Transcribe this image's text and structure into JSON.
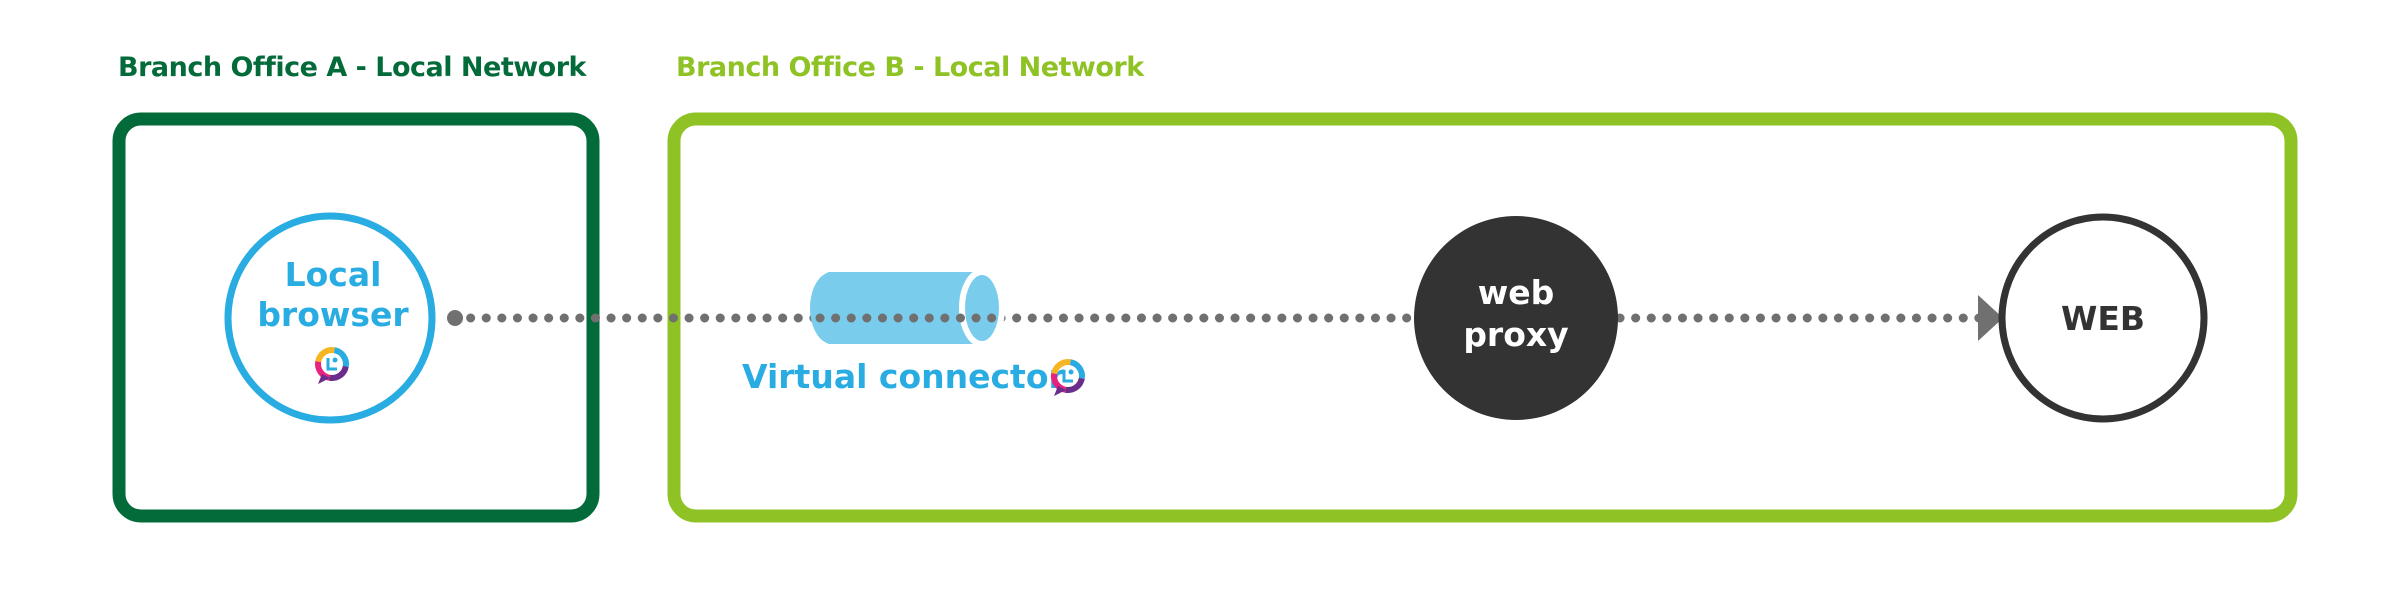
{
  "regions": {
    "a": {
      "title": "Branch Office A - Local Network",
      "color": "#036b3a"
    },
    "b": {
      "title": "Branch Office B - Local Network",
      "color": "#8fc224"
    }
  },
  "nodes": {
    "browser": {
      "line1": "Local",
      "line2": "browser",
      "color": "#28ace2"
    },
    "connector": {
      "label": "Virtual connector",
      "color": "#28ace2",
      "fill": "#7acced"
    },
    "proxy": {
      "line1": "web",
      "line2": "proxy",
      "fill": "#333333",
      "text_color": "#ffffff"
    },
    "web": {
      "label": "WEB",
      "stroke": "#333333"
    }
  },
  "connection": {
    "color": "#707070",
    "style": "dotted",
    "arrowhead": "at WEB"
  },
  "icons": {
    "logo": "multicolor-location-pin-logo"
  }
}
